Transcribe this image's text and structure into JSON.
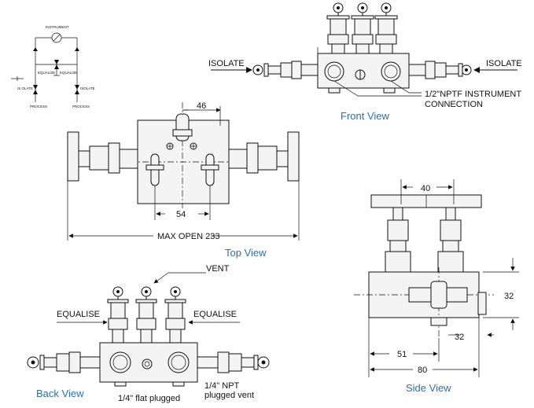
{
  "schematic": {
    "instrument": "INSTRUMENT",
    "equalize_left": "EQUALIZE",
    "equalize_right": "EQUALIZE",
    "isolate_left": "IS OLATE",
    "isolate_right": "ISOLATE",
    "process_left": "PROCESS",
    "process_right": "PROCESS"
  },
  "front_view": {
    "caption": "Front View",
    "isolate_left": "ISOLATE",
    "isolate_right": "ISOLATE",
    "connection_line1": "1/2\"NPTF INSTRUMENT",
    "connection_line2": "CONNECTION"
  },
  "top_view": {
    "caption": "Top View",
    "dim_46": "46",
    "dim_54": "54",
    "max_open": "MAX OPEN 233"
  },
  "side_view": {
    "caption": "Side View",
    "dim_40": "40",
    "dim_32_right": "32",
    "dim_32_bottom": "32",
    "dim_51": "51",
    "dim_80": "80"
  },
  "back_view": {
    "caption": "Back View",
    "vent": "VENT",
    "equalise_left": "EQUALISE",
    "equalise_right": "EQUALISE",
    "flat_plugged": "1/4\" flat plugged",
    "npt_line1": "1/4\" NPT",
    "npt_line2": "plugged vent"
  }
}
